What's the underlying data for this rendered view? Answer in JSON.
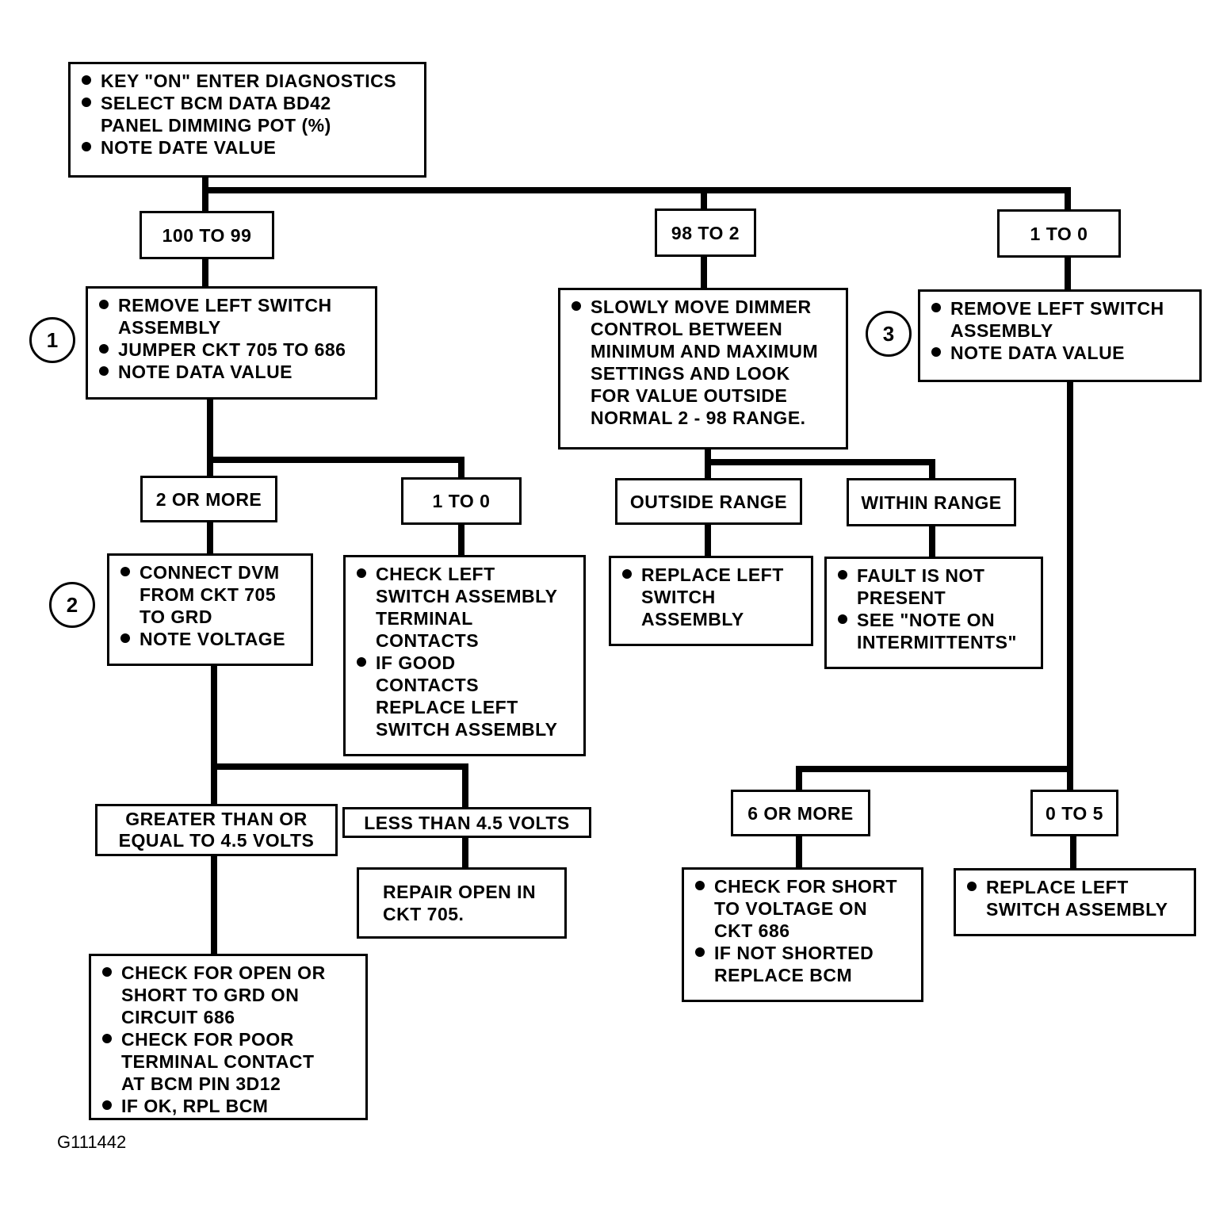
{
  "start_box": {
    "items": [
      "KEY \"ON\" ENTER DIAGNOSTICS",
      "SELECT BCM DATA BD42\nPANEL DIMMING POT (%)",
      "NOTE DATE VALUE"
    ]
  },
  "range_labels": {
    "left": "100 TO 99",
    "middle": "98 TO 2",
    "right": "1 TO 0"
  },
  "step_numbers": {
    "one": "1",
    "two": "2",
    "three": "3"
  },
  "left_branch": {
    "step_box": {
      "items": [
        "REMOVE LEFT SWITCH\nASSEMBLY",
        "JUMPER CKT 705 TO 686",
        "NOTE DATA VALUE"
      ]
    },
    "label_two_or_more": "2 OR MORE",
    "label_one_to_zero": "1 TO 0",
    "dvm_box": {
      "items": [
        "CONNECT DVM\nFROM CKT 705\nTO GRD",
        "NOTE VOLTAGE"
      ]
    },
    "check_contacts_box": {
      "items": [
        "CHECK LEFT\nSWITCH ASSEMBLY\nTERMINAL\nCONTACTS",
        "IF GOOD\nCONTACTS\nREPLACE LEFT\nSWITCH ASSEMBLY"
      ]
    },
    "label_greater_equal": "GREATER THAN OR\nEQUAL TO 4.5 VOLTS",
    "label_less_than": "LESS THAN 4.5 VOLTS",
    "repair_open_box": "REPAIR OPEN IN\nCKT 705.",
    "check_open_box": {
      "items": [
        "CHECK FOR OPEN OR\nSHORT TO GRD ON\nCIRCUIT 686",
        "CHECK FOR POOR\nTERMINAL CONTACT\nAT BCM PIN 3D12",
        "IF OK, RPL BCM"
      ]
    }
  },
  "middle_branch": {
    "step_box": {
      "items": [
        "SLOWLY MOVE DIMMER\nCONTROL BETWEEN\nMINIMUM AND MAXIMUM\nSETTINGS AND LOOK\nFOR VALUE OUTSIDE\nNORMAL 2 - 98 RANGE."
      ]
    },
    "label_outside": "OUTSIDE RANGE",
    "label_within": "WITHIN RANGE",
    "replace_box": {
      "items": [
        "REPLACE LEFT\nSWITCH\nASSEMBLY"
      ]
    },
    "fault_box": {
      "items": [
        "FAULT IS NOT\nPRESENT",
        "SEE \"NOTE ON\nINTERMITTENTS\""
      ]
    }
  },
  "right_branch": {
    "step_box": {
      "items": [
        "REMOVE LEFT SWITCH\nASSEMBLY",
        "NOTE DATA VALUE"
      ]
    },
    "label_six_or_more": "6 OR MORE",
    "label_zero_to_five": "0 TO 5",
    "short_box": {
      "items": [
        "CHECK FOR SHORT\nTO VOLTAGE ON\nCKT 686",
        "IF NOT SHORTED\nREPLACE BCM"
      ]
    },
    "replace_box": {
      "items": [
        "REPLACE LEFT\nSWITCH ASSEMBLY"
      ]
    }
  },
  "figure_id": "G111442"
}
